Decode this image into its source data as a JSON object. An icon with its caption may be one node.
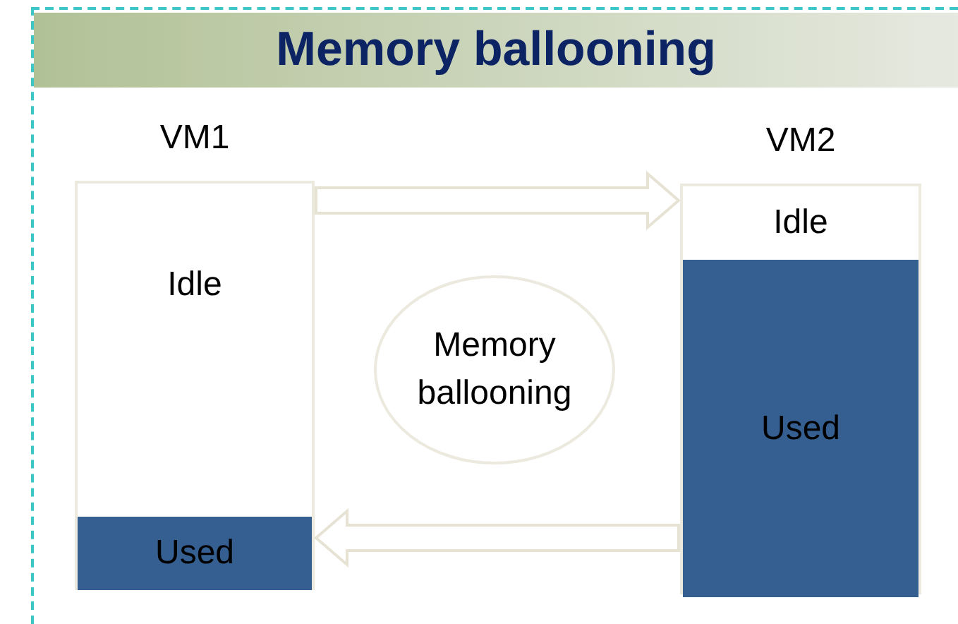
{
  "diagram": {
    "title": "Memory ballooning",
    "nodes": [
      {
        "text": [
          "VM1"
        ]
      },
      {
        "text": [
          "Idle"
        ],
        "in": 0
      },
      {
        "text": [
          "Used"
        ],
        "in": 0
      },
      {
        "text": [
          "VM2"
        ]
      },
      {
        "text": [
          "Idle"
        ],
        "in": 3
      },
      {
        "text": [
          "Used"
        ],
        "in": 3
      },
      {
        "text": [
          "Memory ballooning"
        ]
      }
    ],
    "edges": [
      {
        "from": 0,
        "to": 3,
        "arrow": "to"
      },
      {
        "from": 3,
        "to": 0,
        "arrow": "to"
      }
    ]
  }
}
